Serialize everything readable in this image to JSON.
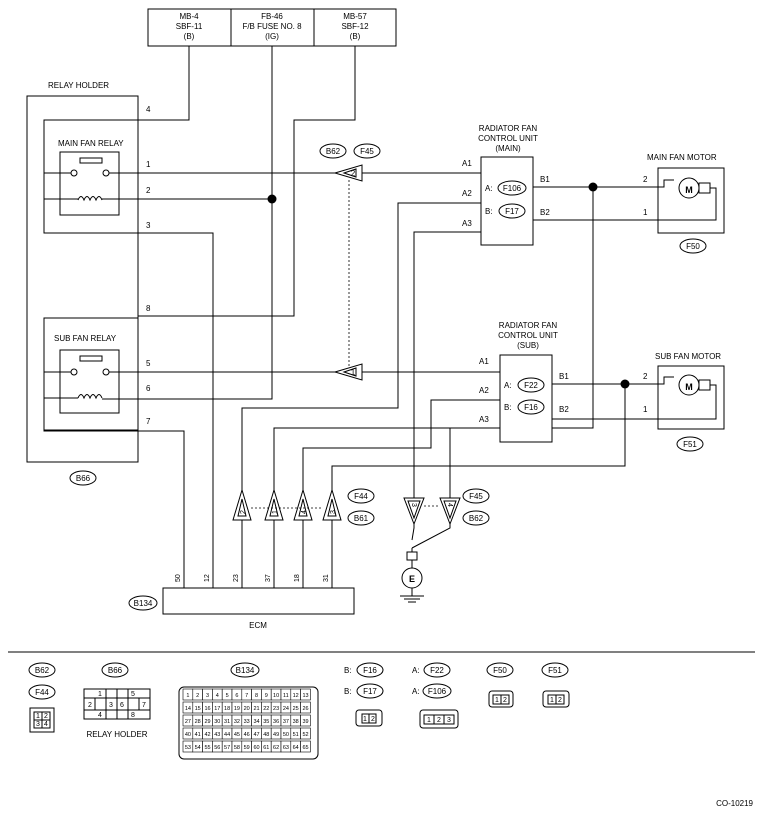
{
  "fuses": [
    {
      "line1": "MB-4",
      "line2": "SBF-11",
      "line3": "(B)"
    },
    {
      "line1": "FB-46",
      "line2": "F/B FUSE NO. 8",
      "line3": "(IG)"
    },
    {
      "line1": "MB-57",
      "line2": "SBF-12",
      "line3": "(B)"
    }
  ],
  "relay_holder": {
    "title": "RELAY HOLDER",
    "connector": "B66",
    "main_relay": "MAIN FAN RELAY",
    "sub_relay": "SUB FAN RELAY",
    "pins": [
      "4",
      "1",
      "2",
      "3",
      "8",
      "5",
      "6",
      "7"
    ]
  },
  "main_unit": {
    "title1": "RADIATOR FAN",
    "title2": "CONTROL UNIT",
    "title3": "(MAIN)",
    "pins": [
      "A1",
      "A2",
      "A3",
      "B1",
      "B2"
    ],
    "prefix_a": "A:",
    "prefix_b": "B:",
    "conn_a": "F106",
    "conn_b": "F17"
  },
  "sub_unit": {
    "title1": "RADIATOR FAN",
    "title2": "CONTROL UNIT",
    "title3": "(SUB)",
    "pins": [
      "A1",
      "A2",
      "A3",
      "B1",
      "B2"
    ],
    "prefix_a": "A:",
    "prefix_b": "B:",
    "conn_a": "F22",
    "conn_b": "F16"
  },
  "main_motor": {
    "title": "MAIN FAN MOTOR",
    "connector": "F50",
    "pin_top": "2",
    "pin_bottom": "1",
    "symbol": "M"
  },
  "sub_motor": {
    "title": "SUB FAN MOTOR",
    "connector": "F51",
    "pin_top": "2",
    "pin_bottom": "1",
    "symbol": "M"
  },
  "b62_f45_top": {
    "left": "B62",
    "right": "F45",
    "pin_upper": "2",
    "pin_lower": "1"
  },
  "ecm": {
    "label": "ECM",
    "connector": "B134",
    "pins": [
      "50",
      "12",
      "23",
      "37",
      "18",
      "31"
    ]
  },
  "f44_b61": {
    "top": "F44",
    "bottom": "B61",
    "pins": [
      "2",
      "1",
      "4",
      "3"
    ]
  },
  "f45_b62_bottom": {
    "top": "F45",
    "bottom": "B62",
    "pins": [
      "3",
      "4"
    ]
  },
  "ground": "E",
  "legend": {
    "b62": "B62",
    "f44": "F44",
    "b66": "B66",
    "b66_caption": "RELAY HOLDER",
    "b134": "B134",
    "f16_prefix": "B:",
    "f16": "F16",
    "f17_prefix": "B:",
    "f17": "F17",
    "f22_prefix": "A:",
    "f22": "F22",
    "f106_prefix": "A:",
    "f106": "F106",
    "f50": "F50",
    "f51": "F51",
    "pins_2x2": [
      "1",
      "2",
      "3",
      "4"
    ],
    "pins_b66": [
      "1",
      "2",
      "3",
      "4",
      "5",
      "6",
      "7",
      "8"
    ],
    "pins_f16": [
      "1",
      "2"
    ],
    "pins_f22": [
      "1",
      "2",
      "3"
    ],
    "pins_f50": [
      "1",
      "2"
    ],
    "pins_f51": [
      "1",
      "2"
    ],
    "pins_b134": [
      "1",
      "2",
      "3",
      "4",
      "5",
      "6",
      "7",
      "8",
      "9",
      "10",
      "11",
      "12",
      "13",
      "14",
      "15",
      "16",
      "17",
      "18",
      "19",
      "20",
      "21",
      "22",
      "23",
      "24",
      "25",
      "26",
      "27",
      "28",
      "29",
      "30",
      "31",
      "32",
      "33",
      "34",
      "35",
      "36",
      "37",
      "38",
      "39",
      "40",
      "41",
      "42",
      "43",
      "44",
      "45",
      "46",
      "47",
      "48",
      "49",
      "50",
      "51",
      "52",
      "53",
      "54",
      "55",
      "56",
      "57",
      "58",
      "59",
      "60",
      "61",
      "62",
      "63",
      "64",
      "65"
    ]
  },
  "footer_code": "CO-10219"
}
